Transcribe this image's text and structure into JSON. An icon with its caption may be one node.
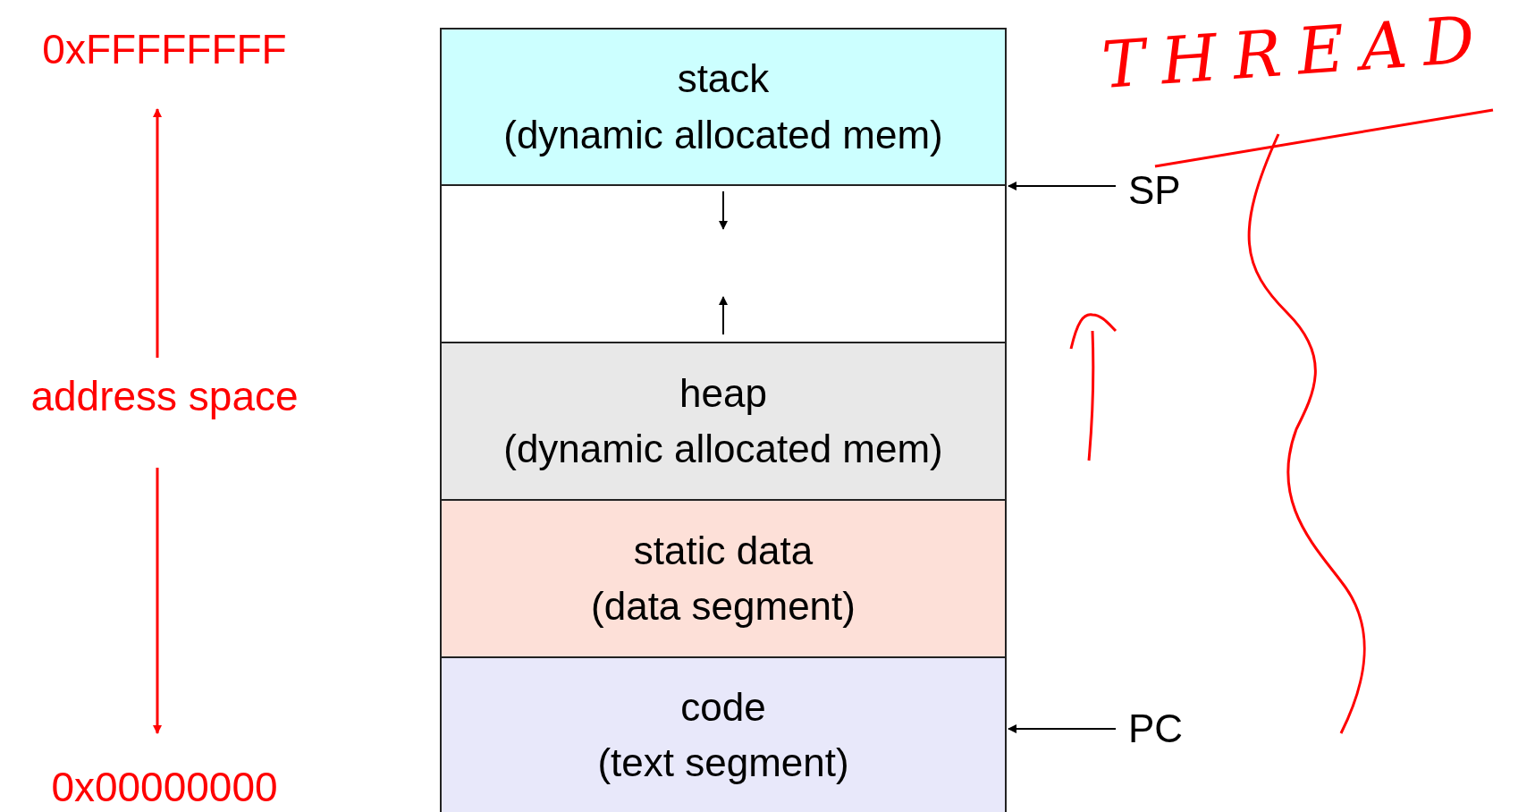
{
  "diagram": {
    "nodes": [
      {
        "text": [
          "stack",
          "(dynamic allocated mem)"
        ]
      },
      {
        "text": [],
        "shape": "box"
      },
      {
        "text": [
          "heap",
          "(dynamic allocated mem)"
        ]
      },
      {
        "text": [
          "static data",
          "(data segment)"
        ]
      },
      {
        "text": [
          "code",
          "(text segment)"
        ]
      },
      {
        "text": [
          "SP"
        ]
      },
      {
        "text": [
          "PC"
        ]
      }
    ],
    "edges": [
      {
        "from": 5,
        "to": 0,
        "arrow": "to"
      },
      {
        "from": 6,
        "to": 4,
        "arrow": "to"
      }
    ],
    "labels": [
      "0xFFFFFFFF",
      "THREAD",
      "address space",
      "0x00000000"
    ]
  }
}
